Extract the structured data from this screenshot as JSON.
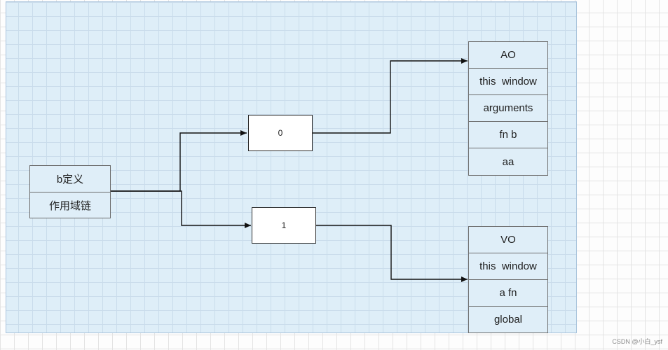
{
  "b_def": {
    "rows": [
      "b定义",
      "作用域链"
    ]
  },
  "node_0": {
    "label": "0"
  },
  "node_1": {
    "label": "1"
  },
  "ao": {
    "rows": [
      "AO",
      "this  window",
      "arguments",
      "fn b",
      "aa"
    ]
  },
  "vo": {
    "rows": [
      "VO",
      "this  window",
      "a fn",
      "global"
    ]
  },
  "watermark": "CSDN @小白_ysf"
}
